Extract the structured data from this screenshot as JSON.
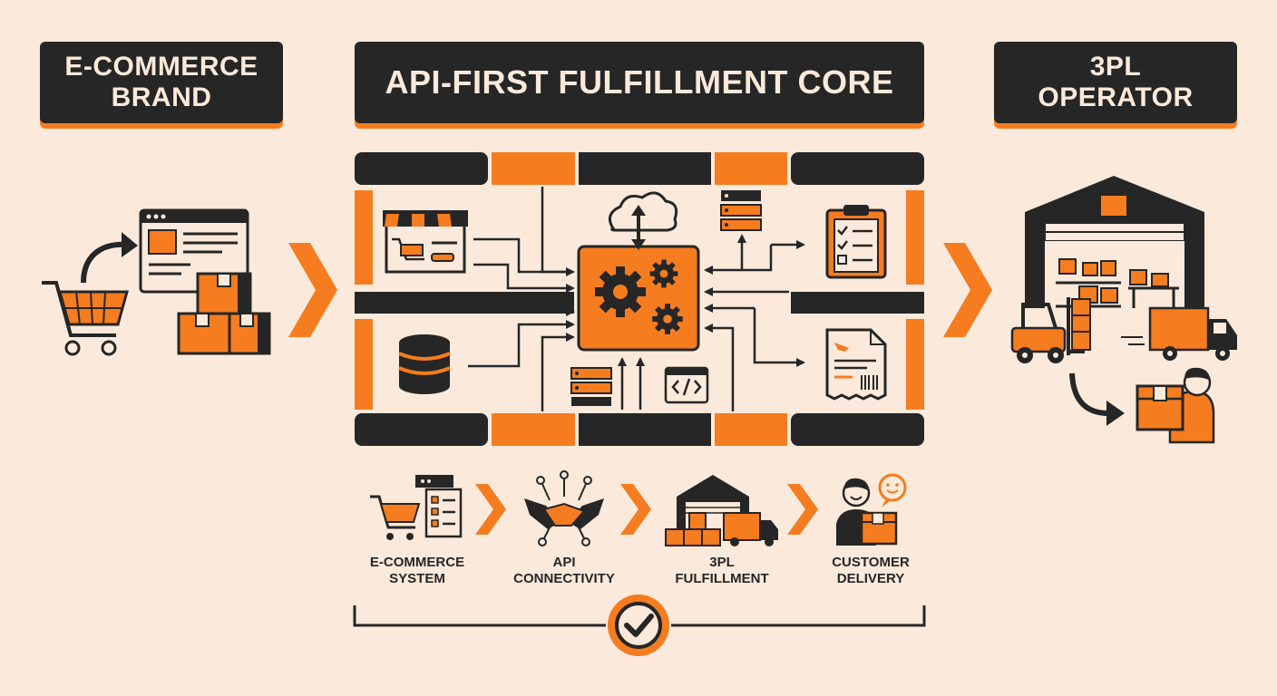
{
  "titles": {
    "brand": "E-COMMERCE\nBRAND",
    "core": "API-FIRST FULFILLMENT CORE",
    "operator": "3PL\nOPERATOR"
  },
  "steps": [
    {
      "label": "E-COMMERCE\nSYSTEM",
      "icon": "cart-checklist-icon"
    },
    {
      "label": "API\nCONNECTIVITY",
      "icon": "handshake-icon"
    },
    {
      "label": "3PL\nFULFILLMENT",
      "icon": "warehouse-truck-icon"
    },
    {
      "label": "CUSTOMER\nDELIVERY",
      "icon": "customer-package-icon"
    }
  ],
  "colors": {
    "accent": "#f57c1f",
    "dark": "#262626",
    "background": "#fbeadb"
  }
}
